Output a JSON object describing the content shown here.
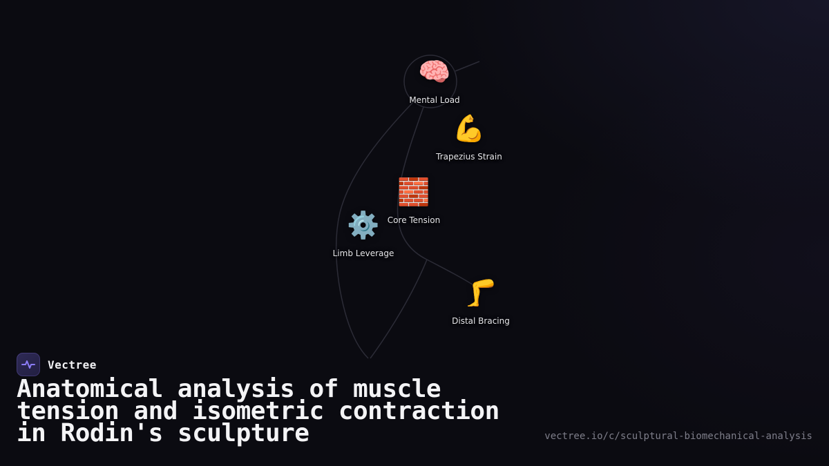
{
  "brand": {
    "name": "Vectree",
    "logo_icon": "pulse-wave-icon"
  },
  "headline": "Anatomical analysis of muscle tension and isometric contraction in Rodin's sculpture",
  "url": "vectree.io/c/sculptural-biomechanical-analysis",
  "graph": {
    "nodes": [
      {
        "id": "mental-load",
        "icon": "🧠",
        "label": "Mental Load"
      },
      {
        "id": "trapezius-strain",
        "icon": "💪",
        "label": "Trapezius Strain"
      },
      {
        "id": "core-tension",
        "icon": "🧱",
        "label": "Core Tension"
      },
      {
        "id": "limb-leverage",
        "icon": "⚙️",
        "label": "Limb Leverage"
      },
      {
        "id": "distal-bracing",
        "icon": "🦵",
        "label": "Distal Bracing"
      }
    ]
  },
  "colors": {
    "background": "#0b0b11",
    "accent": "#8b7cf6",
    "edge": "#2c2c37",
    "muted_text": "#7e7e8a",
    "headline_text": "#f4f4f6"
  }
}
